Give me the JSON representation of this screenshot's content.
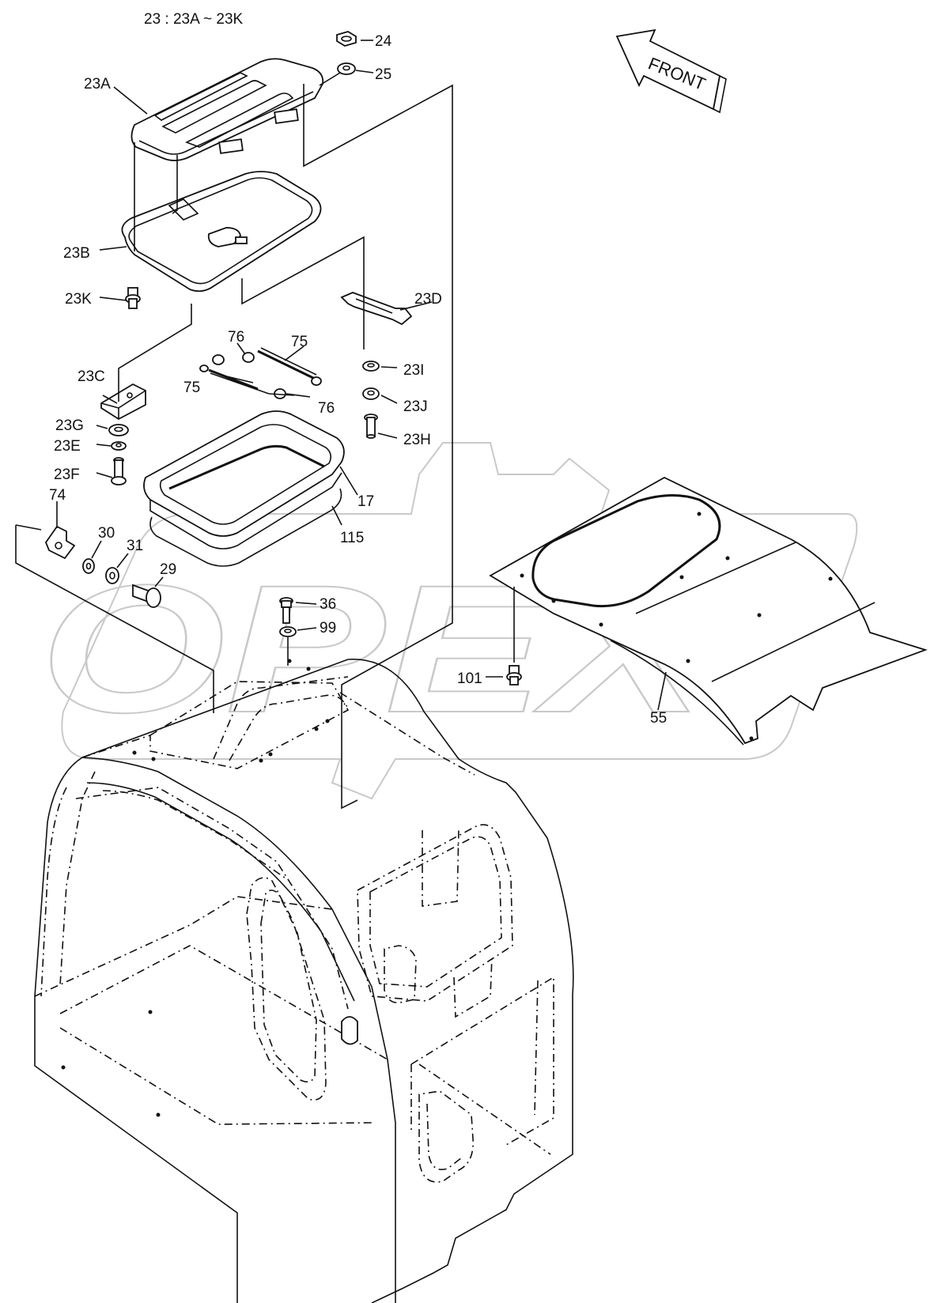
{
  "diagram": {
    "title": "23 : 23A ~ 23K",
    "front_label": "FRONT",
    "watermark": "OPEX",
    "colors": {
      "ink": "#111111",
      "background": "#ffffff",
      "watermark": "#c9c9c9"
    },
    "callouts": [
      "24",
      "25",
      "23A",
      "23B",
      "23K",
      "23D",
      "23C",
      "76",
      "75",
      "23I",
      "23J",
      "23H",
      "23G",
      "23E",
      "23F",
      "17",
      "115",
      "74",
      "30",
      "31",
      "29",
      "36",
      "99",
      "101",
      "55"
    ]
  }
}
